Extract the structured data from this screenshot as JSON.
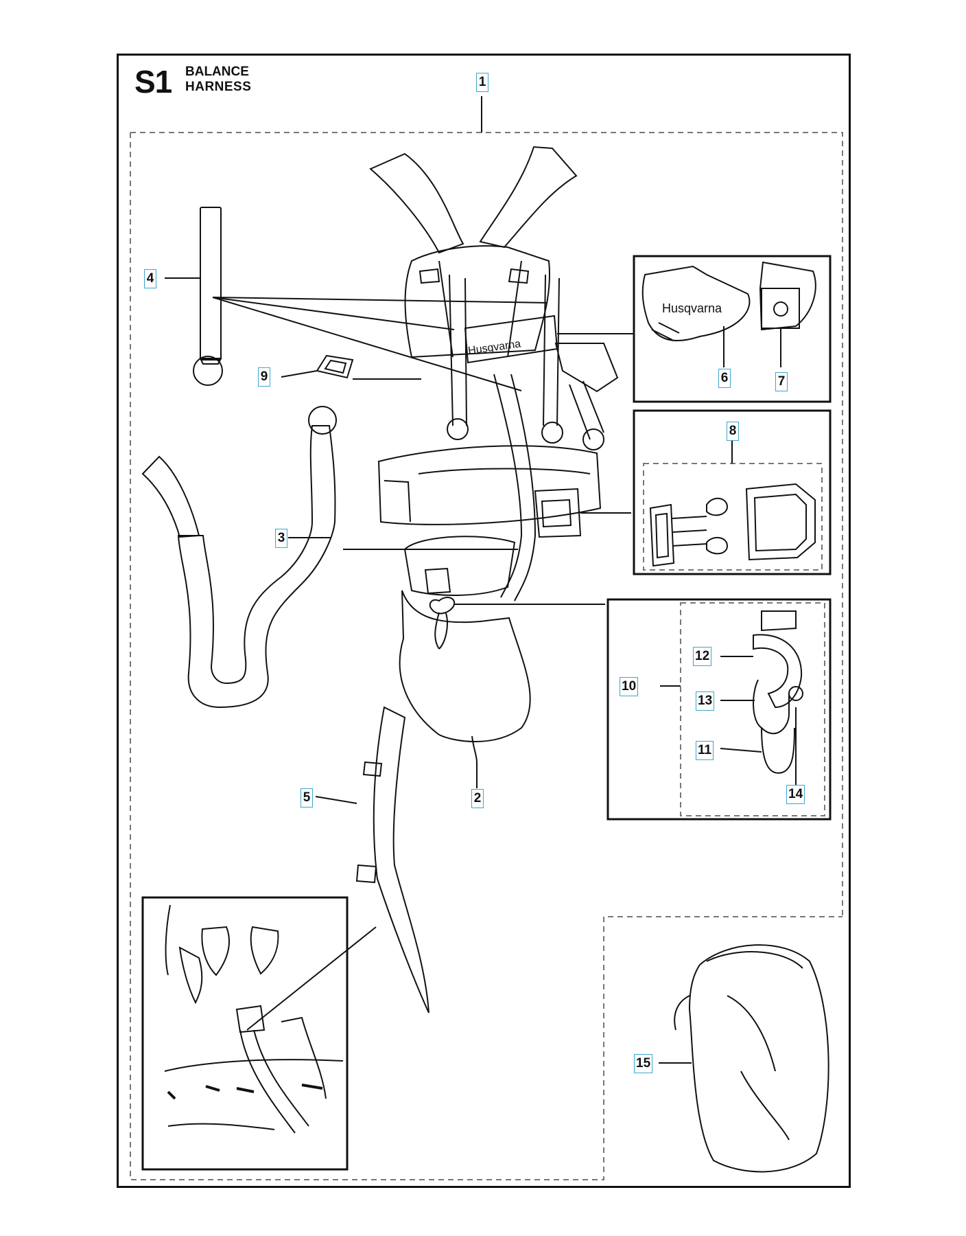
{
  "header": {
    "code": "S1",
    "title_line1": "BALANCE",
    "title_line2": "HARNESS"
  },
  "brand": {
    "logo_text": "Husqvarna"
  },
  "callouts": [
    "1",
    "2",
    "3",
    "4",
    "5",
    "6",
    "7",
    "8",
    "9",
    "10",
    "11",
    "12",
    "13",
    "14",
    "15"
  ],
  "colors": {
    "line": "#111111",
    "callout_border": "#3aa6d0",
    "dashed": "#888888"
  }
}
